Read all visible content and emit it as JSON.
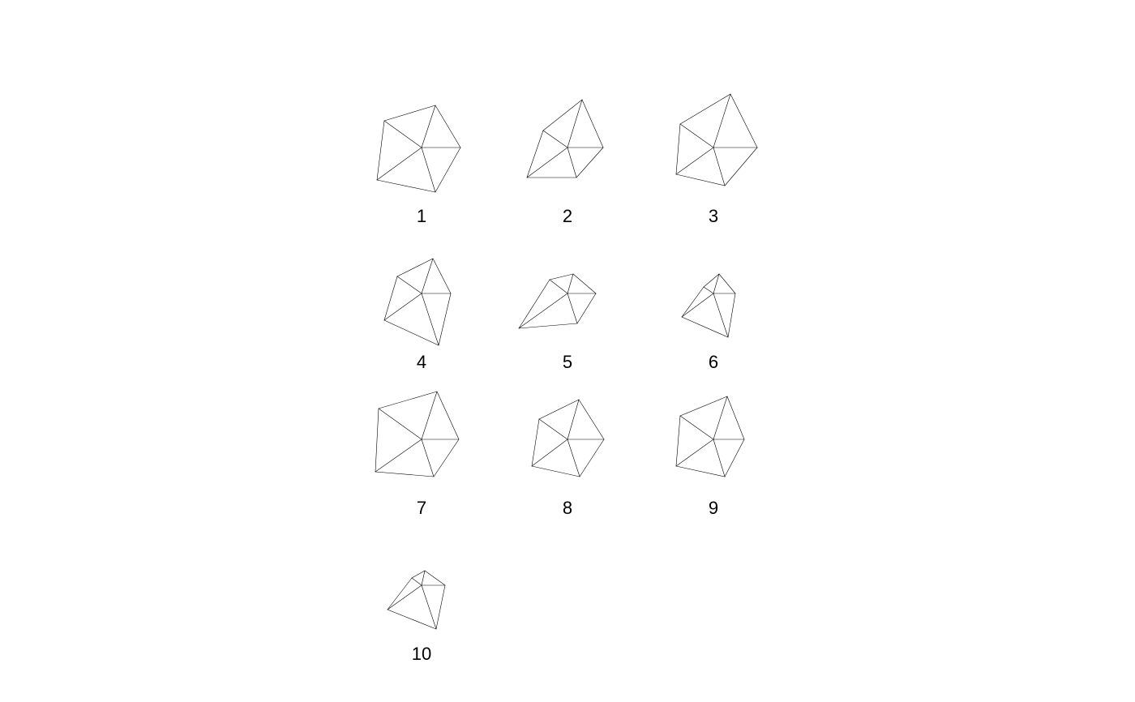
{
  "figures": [
    {
      "label": "1"
    },
    {
      "label": "2"
    },
    {
      "label": "3"
    },
    {
      "label": "4"
    },
    {
      "label": "5"
    },
    {
      "label": "6"
    },
    {
      "label": "7"
    },
    {
      "label": "8"
    },
    {
      "label": "9"
    },
    {
      "label": "10"
    }
  ],
  "colors": {
    "stroke": "#000000",
    "background": "#ffffff"
  }
}
